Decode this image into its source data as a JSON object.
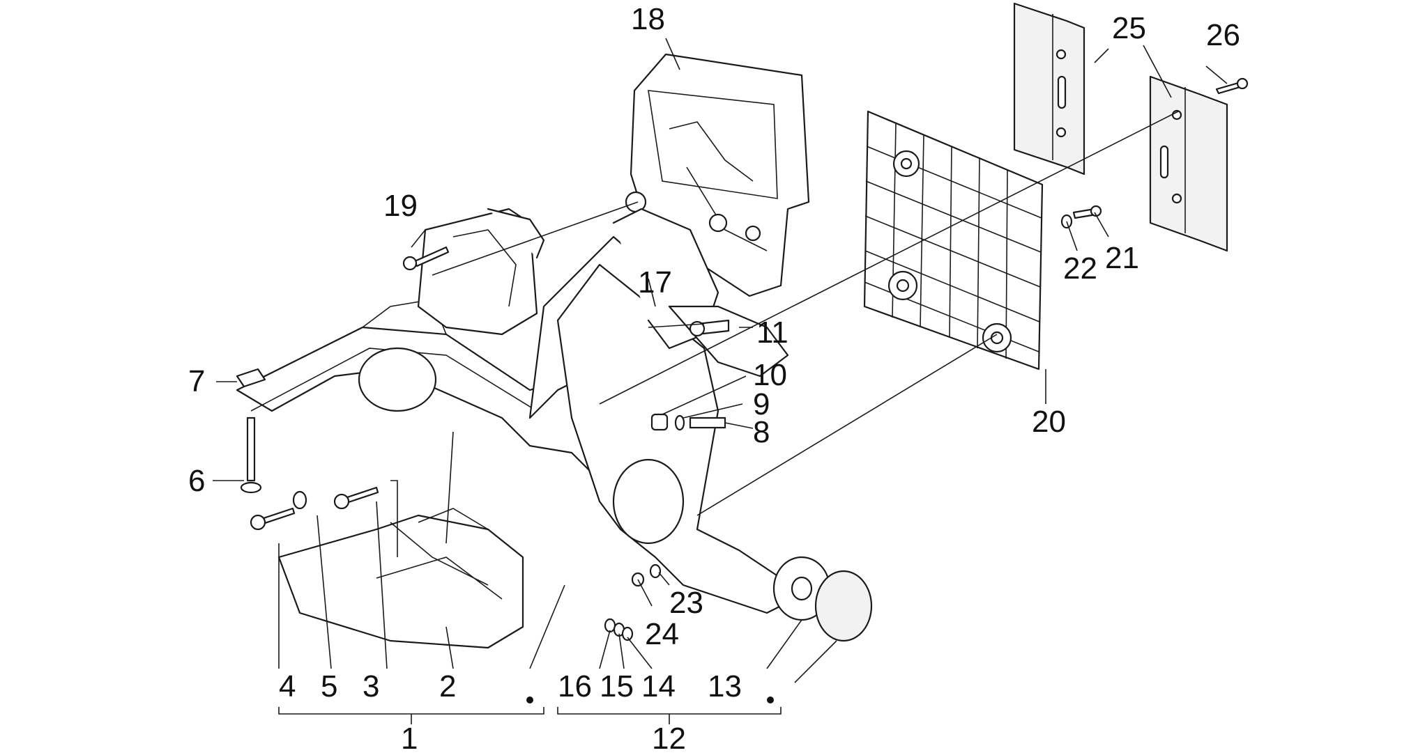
{
  "callouts": [
    {
      "id": "n1",
      "text": "1"
    },
    {
      "id": "n2",
      "text": "2"
    },
    {
      "id": "n3",
      "text": "3"
    },
    {
      "id": "n4",
      "text": "4"
    },
    {
      "id": "n5",
      "text": "5"
    },
    {
      "id": "n6",
      "text": "6"
    },
    {
      "id": "n7",
      "text": "7"
    },
    {
      "id": "n8",
      "text": "8"
    },
    {
      "id": "n9",
      "text": "9"
    },
    {
      "id": "n10",
      "text": "10"
    },
    {
      "id": "n11",
      "text": "11"
    },
    {
      "id": "n12",
      "text": "12"
    },
    {
      "id": "n13",
      "text": "13"
    },
    {
      "id": "n14",
      "text": "14"
    },
    {
      "id": "n15",
      "text": "15"
    },
    {
      "id": "n16",
      "text": "16"
    },
    {
      "id": "n17",
      "text": "17"
    },
    {
      "id": "n18",
      "text": "18"
    },
    {
      "id": "n19",
      "text": "19"
    },
    {
      "id": "n20",
      "text": "20"
    },
    {
      "id": "n21",
      "text": "21"
    },
    {
      "id": "n22",
      "text": "22"
    },
    {
      "id": "n23",
      "text": "23"
    },
    {
      "id": "n24",
      "text": "24"
    },
    {
      "id": "n25",
      "text": "25"
    },
    {
      "id": "n26",
      "text": "26"
    }
  ],
  "colors": {
    "line": "#1a1a1a",
    "background": "#ffffff"
  }
}
